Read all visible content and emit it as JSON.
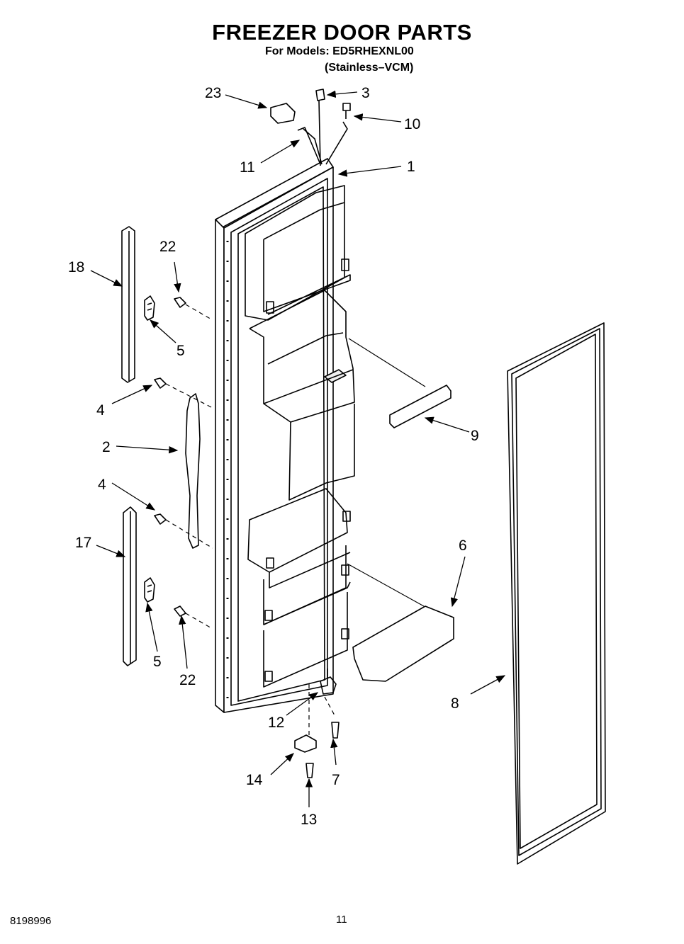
{
  "header": {
    "title": "FREEZER DOOR PARTS",
    "models_line": "For Models: ED5RHEXNL00",
    "variant_line": "(Stainless–VCM)"
  },
  "callouts": {
    "c1": "1",
    "c2": "2",
    "c3": "3",
    "c4a": "4",
    "c4b": "4",
    "c5a": "5",
    "c5b": "5",
    "c6": "6",
    "c7": "7",
    "c8": "8",
    "c9": "9",
    "c10": "10",
    "c11": "11",
    "c12": "12",
    "c13": "13",
    "c14": "14",
    "c17": "17",
    "c18": "18",
    "c22a": "22",
    "c22b": "22",
    "c23": "23"
  },
  "footer": {
    "doc_number": "8198996",
    "page_number": "11"
  }
}
